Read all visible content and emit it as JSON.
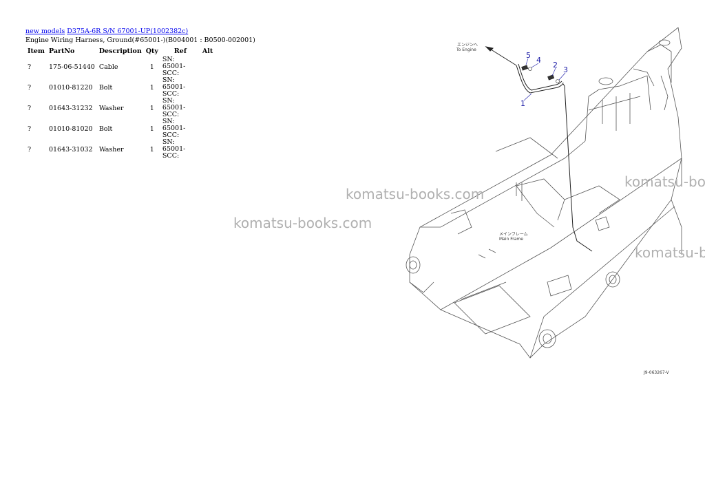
{
  "breadcrumb": {
    "link1": "new models",
    "link2": "D375A-6R S/N 67001-UP(1002382c)"
  },
  "title": "Engine Wiring Harness, Ground(#65001-)(B004001 : B0500-002001)",
  "columns": {
    "item": "Item",
    "partno": "PartNo",
    "description": "Description",
    "qty": "Qty",
    "ref": "Ref",
    "alt": "Alt"
  },
  "rows": [
    {
      "item": "?",
      "partno": "175-06-51440",
      "description": "Cable",
      "qty": "1",
      "ref": "SN: 65001-SCC:",
      "alt": ""
    },
    {
      "item": "?",
      "partno": "01010-81220",
      "description": "Bolt",
      "qty": "1",
      "ref": "SN: 65001-SCC:",
      "alt": ""
    },
    {
      "item": "?",
      "partno": "01643-31232",
      "description": "Washer",
      "qty": "1",
      "ref": "SN: 65001-SCC:",
      "alt": ""
    },
    {
      "item": "?",
      "partno": "01010-81020",
      "description": "Bolt",
      "qty": "1",
      "ref": "SN: 65001-SCC:",
      "alt": ""
    },
    {
      "item": "?",
      "partno": "01643-31032",
      "description": "Washer",
      "qty": "1",
      "ref": "SN: 65001-SCC:",
      "alt": ""
    }
  ],
  "diagram": {
    "label_engine_jp": "エンジンへ",
    "label_engine_en": "To Engine",
    "label_frame_jp": "メインフレーム",
    "label_frame_en": "Main Frame",
    "callouts": [
      "1",
      "2",
      "3",
      "4",
      "5"
    ],
    "figure_code": "J9-063267-V",
    "callout_color": "#1a1aa6"
  },
  "watermarks": [
    "komatsu-books.com",
    "komatsu-books.com",
    "komatsu-books.com",
    "komatsu-books.com"
  ]
}
